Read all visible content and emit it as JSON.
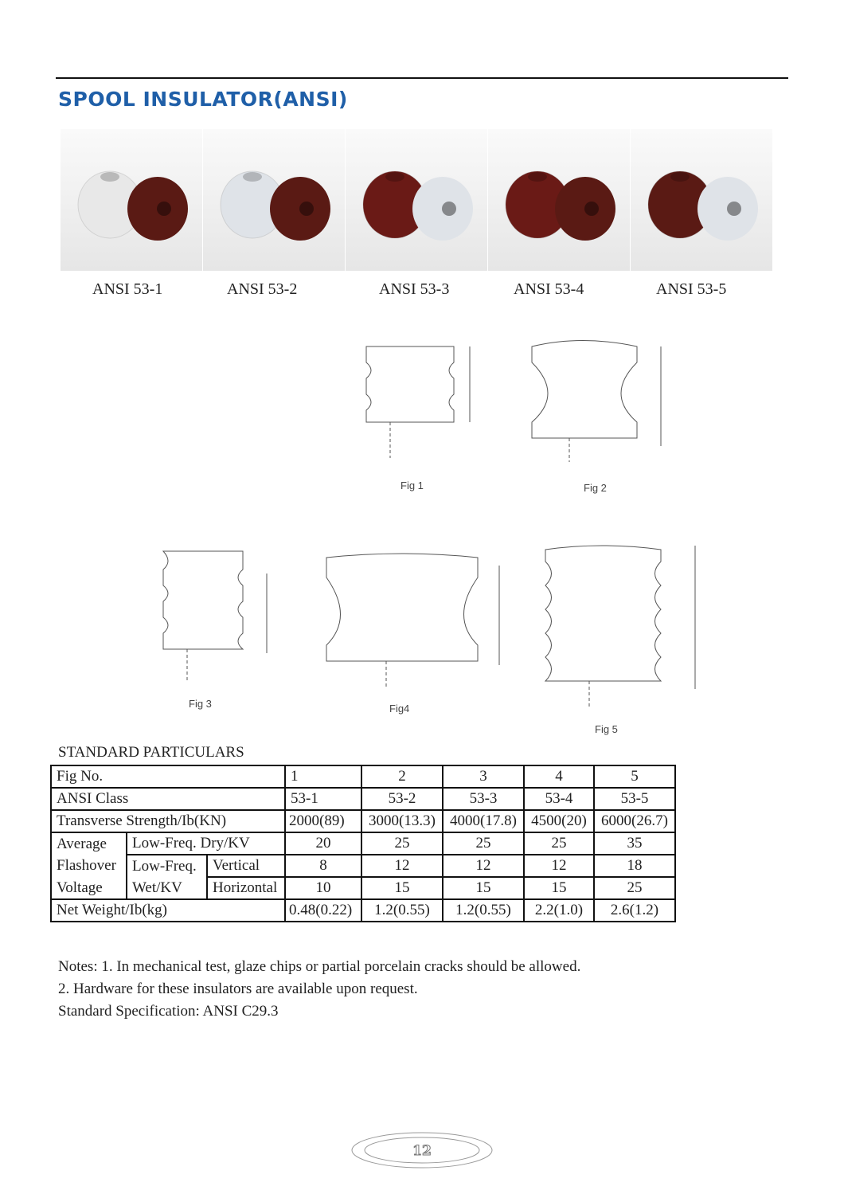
{
  "title": "SPOOL INSULATOR(ANSI)",
  "products": [
    {
      "label": "ANSI 53-1",
      "colors": [
        "#e8e8e8",
        "#5a1a14"
      ]
    },
    {
      "label": "ANSI 53-2",
      "colors": [
        "#dfe3e8",
        "#5a1a14"
      ]
    },
    {
      "label": "ANSI 53-3",
      "colors": [
        "#6a1a16",
        "#dfe3e8"
      ]
    },
    {
      "label": "ANSI 53-4",
      "colors": [
        "#6a1a16",
        "#5a1a14"
      ]
    },
    {
      "label": "ANSI 53-5",
      "colors": [
        "#5a1a14",
        "#dfe3e8"
      ]
    }
  ],
  "figures": [
    "Fig 1",
    "Fig 2",
    "Fig 3",
    "Fig4",
    "Fig 5"
  ],
  "section_title": "STANDARD PARTICULARS",
  "table": {
    "fig_no": {
      "label": "Fig No.",
      "values": [
        "1",
        "2",
        "3",
        "4",
        "5"
      ]
    },
    "ansi_class": {
      "label": "ANSI Class",
      "values": [
        "53-1",
        "53-2",
        "53-3",
        "53-4",
        "53-5"
      ]
    },
    "transverse": {
      "label": "Transverse Strength/Ib(KN)",
      "values": [
        "2000(89)",
        "3000(13.3)",
        "4000(17.8)",
        "4500(20)",
        "6000(26.7)"
      ]
    },
    "flashover": {
      "label1": "Average",
      "label2": "Flashover",
      "label3": "Voltage",
      "dry": {
        "label": "Low-Freq. Dry/KV",
        "values": [
          "20",
          "25",
          "25",
          "25",
          "35"
        ]
      },
      "wet_label1": "Low-Freq.",
      "wet_label2": "Wet/KV",
      "vertical": {
        "label": "Vertical",
        "values": [
          "8",
          "12",
          "12",
          "12",
          "18"
        ]
      },
      "horizontal": {
        "label": "Horizontal",
        "values": [
          "10",
          "15",
          "15",
          "15",
          "25"
        ]
      }
    },
    "weight": {
      "label": "Net Weight/Ib(kg)",
      "values": [
        "0.48(0.22)",
        "1.2(0.55)",
        "1.2(0.55)",
        "2.2(1.0)",
        "2.6(1.2)"
      ]
    }
  },
  "notes": [
    "Notes: 1. In mechanical test, glaze chips or partial porcelain cracks should be allowed.",
    "2. Hardware for these insulators are available upon request.",
    "Standard Specification: ANSI C29.3"
  ],
  "page_number": "12"
}
